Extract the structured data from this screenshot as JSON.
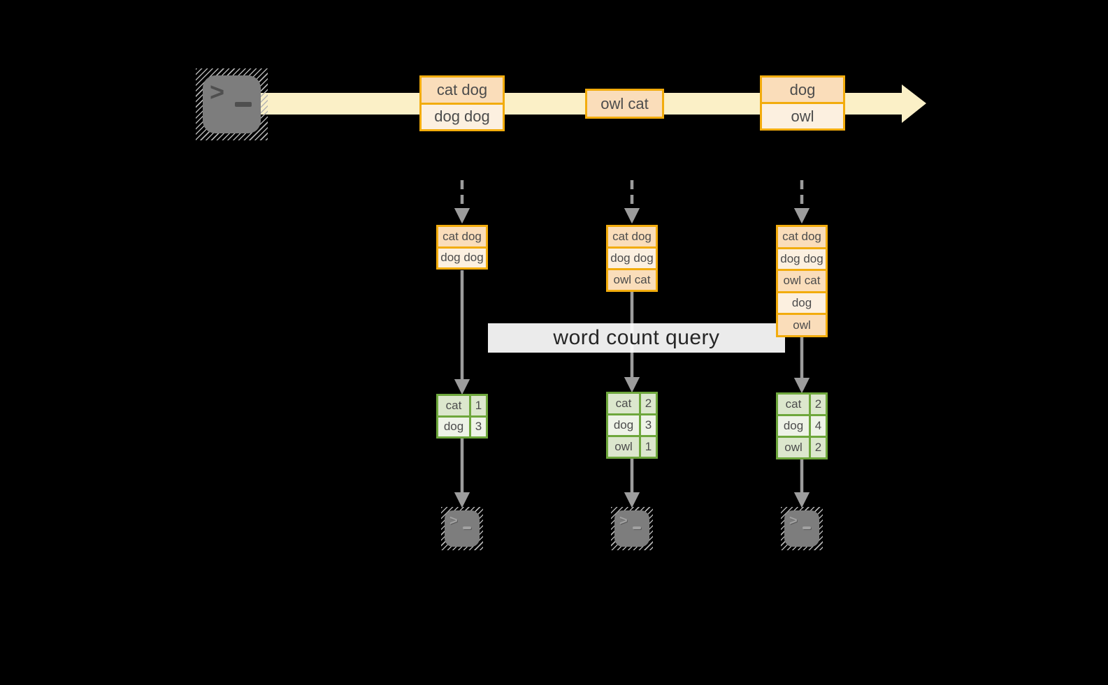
{
  "query": {
    "label": "word count query"
  },
  "terminal": {
    "prompt": ">"
  },
  "timeline": {
    "batches": [
      {
        "rows": [
          "cat dog",
          "dog dog"
        ]
      },
      {
        "rows": [
          "owl cat"
        ]
      },
      {
        "rows": [
          "dog",
          "owl"
        ]
      }
    ]
  },
  "micro_batches": [
    {
      "rows": [
        "cat dog",
        "dog dog"
      ]
    },
    {
      "rows": [
        "cat dog",
        "dog dog",
        "owl cat"
      ]
    },
    {
      "rows": [
        "cat dog",
        "dog dog",
        "owl cat",
        "dog",
        "owl"
      ]
    }
  ],
  "word_counts": [
    {
      "rows": [
        {
          "word": "cat",
          "count": "1"
        },
        {
          "word": "dog",
          "count": "3"
        }
      ]
    },
    {
      "rows": [
        {
          "word": "cat",
          "count": "2"
        },
        {
          "word": "dog",
          "count": "3"
        },
        {
          "word": "owl",
          "count": "1"
        }
      ]
    },
    {
      "rows": [
        {
          "word": "cat",
          "count": "2"
        },
        {
          "word": "dog",
          "count": "4"
        },
        {
          "word": "owl",
          "count": "2"
        }
      ]
    }
  ],
  "colors": {
    "gold_border": "#F2AC0D",
    "peach_fill": "#FADDBA",
    "cream_fill": "#FCF0E0",
    "stream_band": "#FBF0C7",
    "green_border": "#6EA73C",
    "green_fill_dark": "#DCE7CD",
    "green_fill_light": "#EEF3E7",
    "connector_gray": "#9C9C9C",
    "terminal_gray": "#7D7D7D"
  }
}
